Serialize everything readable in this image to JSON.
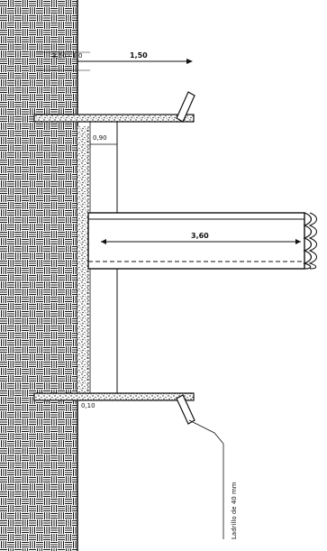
{
  "labels": {
    "top_small": "3,50 · 1,0",
    "top_dim": "1,50",
    "dim_090": "0,90",
    "main_span": "3,60",
    "bottom_caption": "Ladrillo de 40 mm",
    "lower_side": "0,10"
  },
  "colors": {
    "ink": "#111111",
    "paper": "#ffffff"
  }
}
